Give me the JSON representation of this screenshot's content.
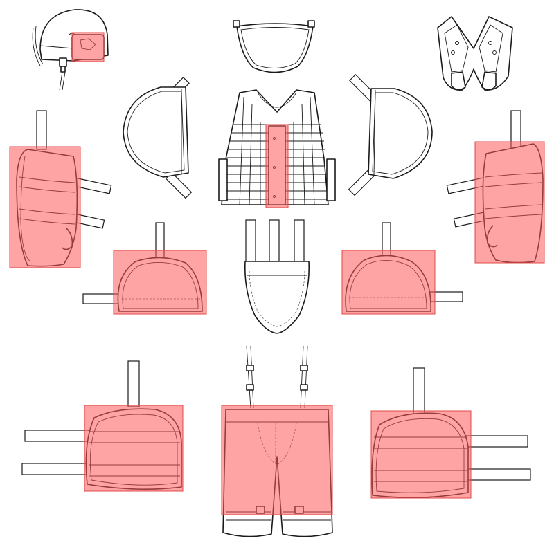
{
  "diagram": {
    "highlight_color": "#ff5a5a",
    "line_color": "#1a1a1a",
    "components": [
      {
        "id": "helmet",
        "highlighted": "partial"
      },
      {
        "id": "neck-guard",
        "highlighted": false
      },
      {
        "id": "collar-protector",
        "highlighted": false
      },
      {
        "id": "left-shoulder-pad",
        "highlighted": false
      },
      {
        "id": "vest",
        "highlighted": "partial"
      },
      {
        "id": "right-shoulder-pad",
        "highlighted": false
      },
      {
        "id": "left-forearm-guard",
        "highlighted": true
      },
      {
        "id": "right-forearm-guard",
        "highlighted": true
      },
      {
        "id": "left-upper-arm-guard",
        "highlighted": true
      },
      {
        "id": "groin-protector",
        "highlighted": false
      },
      {
        "id": "right-upper-arm-guard",
        "highlighted": true
      },
      {
        "id": "left-thigh-guard",
        "highlighted": true
      },
      {
        "id": "trousers",
        "highlighted": true
      },
      {
        "id": "right-thigh-guard",
        "highlighted": true
      }
    ]
  }
}
